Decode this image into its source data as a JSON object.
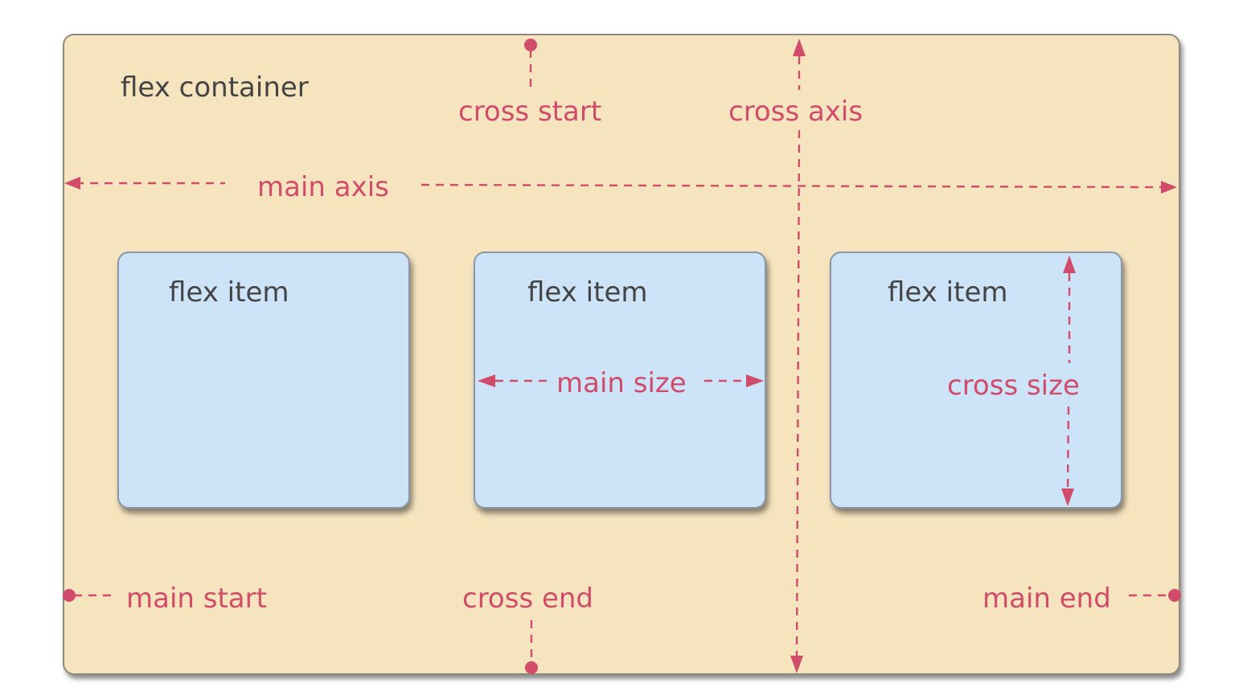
{
  "container": {
    "label": "flex container"
  },
  "items": [
    {
      "label": "flex item"
    },
    {
      "label": "flex item"
    },
    {
      "label": "flex item"
    }
  ],
  "annotations": {
    "cross_start": "cross start",
    "cross_axis": "cross axis",
    "main_axis": "main axis",
    "main_size": "main size",
    "cross_size": "cross size",
    "main_start": "main start",
    "cross_end": "cross end",
    "main_end": "main end"
  },
  "colors": {
    "container_fill": "#f6e4bf",
    "item_fill": "#cde3f8",
    "annotation": "#d04c6a",
    "label_text": "#444444"
  }
}
